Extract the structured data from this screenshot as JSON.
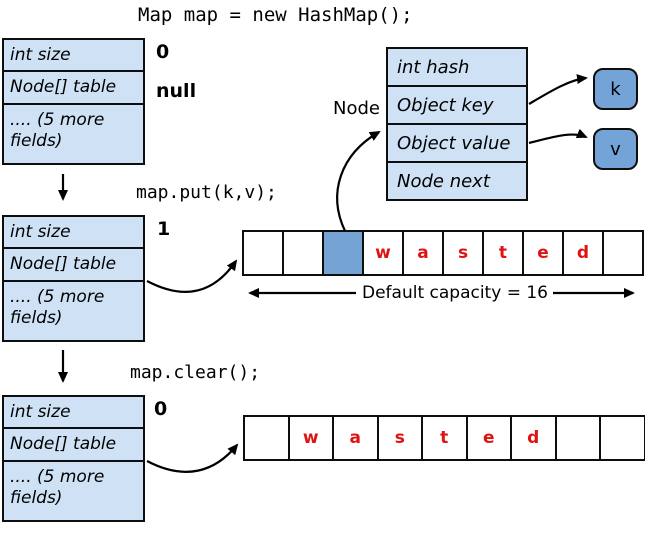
{
  "title": "Map map = new HashMap();",
  "code": {
    "put": "map.put(k,v);",
    "clear": "map.clear();"
  },
  "structs": [
    {
      "fields": [
        "int size",
        "Node[] table",
        ".... (5 more fields)"
      ],
      "size_value": "0",
      "table_value": "null"
    },
    {
      "fields": [
        "int size",
        "Node[] table",
        ".... (5 more fields)"
      ],
      "size_value": "1",
      "table_value": ""
    },
    {
      "fields": [
        "int size",
        "Node[] table",
        ".... (5 more fields)"
      ],
      "size_value": "0",
      "table_value": ""
    }
  ],
  "node_struct": {
    "label": "Node",
    "fields": [
      "int hash",
      "Object key",
      "Object value",
      "Node next"
    ]
  },
  "kv": {
    "key": "k",
    "value": "v"
  },
  "capacity_label": "Default capacity = 16",
  "arrays": [
    {
      "cells": [
        "",
        "",
        "",
        "w",
        "a",
        "s",
        "t",
        "e",
        "d",
        ""
      ],
      "filled_index": 2
    },
    {
      "cells": [
        "",
        "w",
        "a",
        "s",
        "t",
        "e",
        "d",
        "",
        ""
      ]
    }
  ],
  "colors": {
    "struct_fill": "#cfe2f5",
    "filled_cell_fill": "#74a3d4",
    "kv_fill": "#74a3d8",
    "wasted_letter_color": "#e01313",
    "line_color": "#000000"
  }
}
